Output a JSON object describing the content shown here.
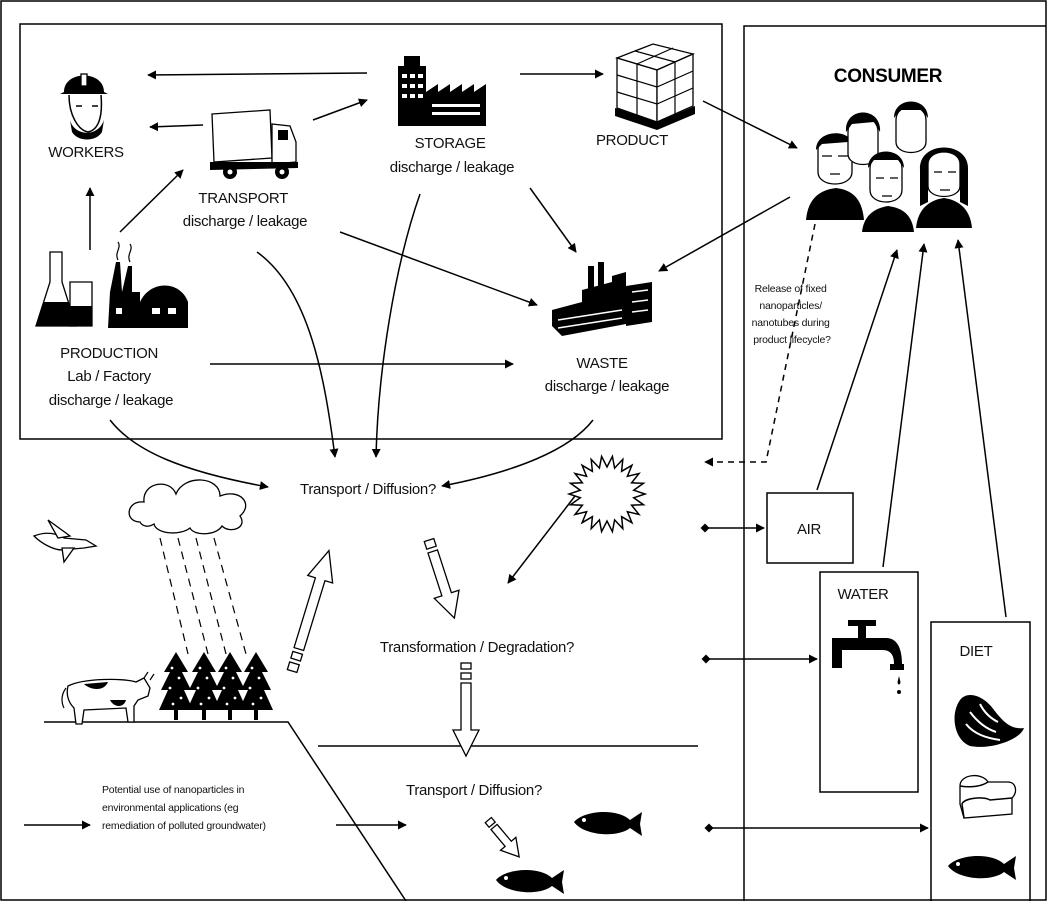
{
  "consumer": {
    "heading": "CONSUMER",
    "release_note": [
      "Release of fixed",
      "nanoparticles/",
      "nanotubes during",
      "product lifecycle?"
    ]
  },
  "nodes": {
    "workers": [
      "WORKERS"
    ],
    "transport": [
      "TRANSPORT",
      "discharge / leakage"
    ],
    "storage": [
      "STORAGE",
      "discharge / leakage"
    ],
    "product": [
      "PRODUCT"
    ],
    "production": [
      "PRODUCTION",
      "Lab / Factory",
      "discharge / leakage"
    ],
    "waste": [
      "WASTE",
      "discharge / leakage"
    ]
  },
  "environment": {
    "transport_diffusion_top": "Transport / Diffusion?",
    "transformation": "Transformation / Degradation?",
    "transport_diffusion_bottom": "Transport / Diffusion?",
    "application_note": [
      "Potential use of nanoparticles in",
      "environmental applications (eg",
      "remediation of polluted groundwater)"
    ]
  },
  "exposure": {
    "air": "AIR",
    "water": "WATER",
    "diet": "DIET"
  },
  "icons": {
    "workers": "worker-helmet-icon",
    "transport": "truck-icon",
    "storage": "factory-icon",
    "product": "pallet-boxes-icon",
    "production": "lab-flask-factory-icon",
    "waste": "waste-plant-icon",
    "consumer": "people-group-icon",
    "sun": "sun-icon",
    "cloud": "rain-cloud-icon",
    "bird": "bird-icon",
    "cow": "cow-icon",
    "trees": "tree-icon",
    "fish": "fish-icon",
    "tap": "water-tap-icon",
    "vegetables": "vegetables-icon",
    "bread": "bread-icon"
  },
  "colors": {
    "ink": "#000000",
    "background": "#ffffff"
  }
}
